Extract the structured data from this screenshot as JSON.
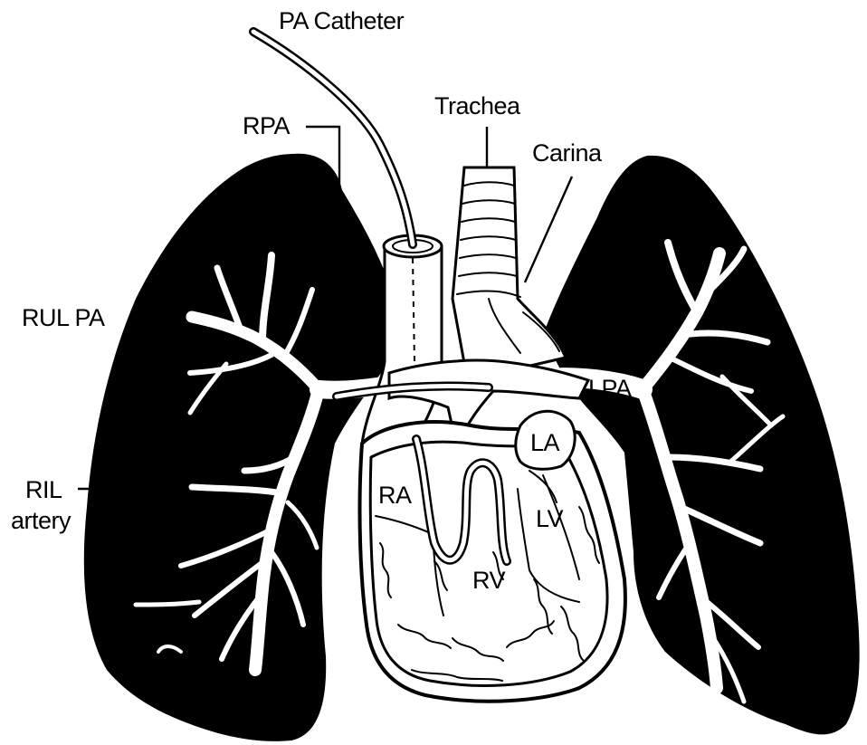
{
  "labels": {
    "pa_catheter": "PA Catheter",
    "rpa": "RPA",
    "trachea": "Trachea",
    "carina": "Carina",
    "rul_pa": "RUL PA",
    "lpa": "LPA",
    "ril_line1": "RIL",
    "ril_line2": "artery",
    "la": "LA",
    "ra": "RA",
    "lv": "LV",
    "rv": "RV"
  }
}
